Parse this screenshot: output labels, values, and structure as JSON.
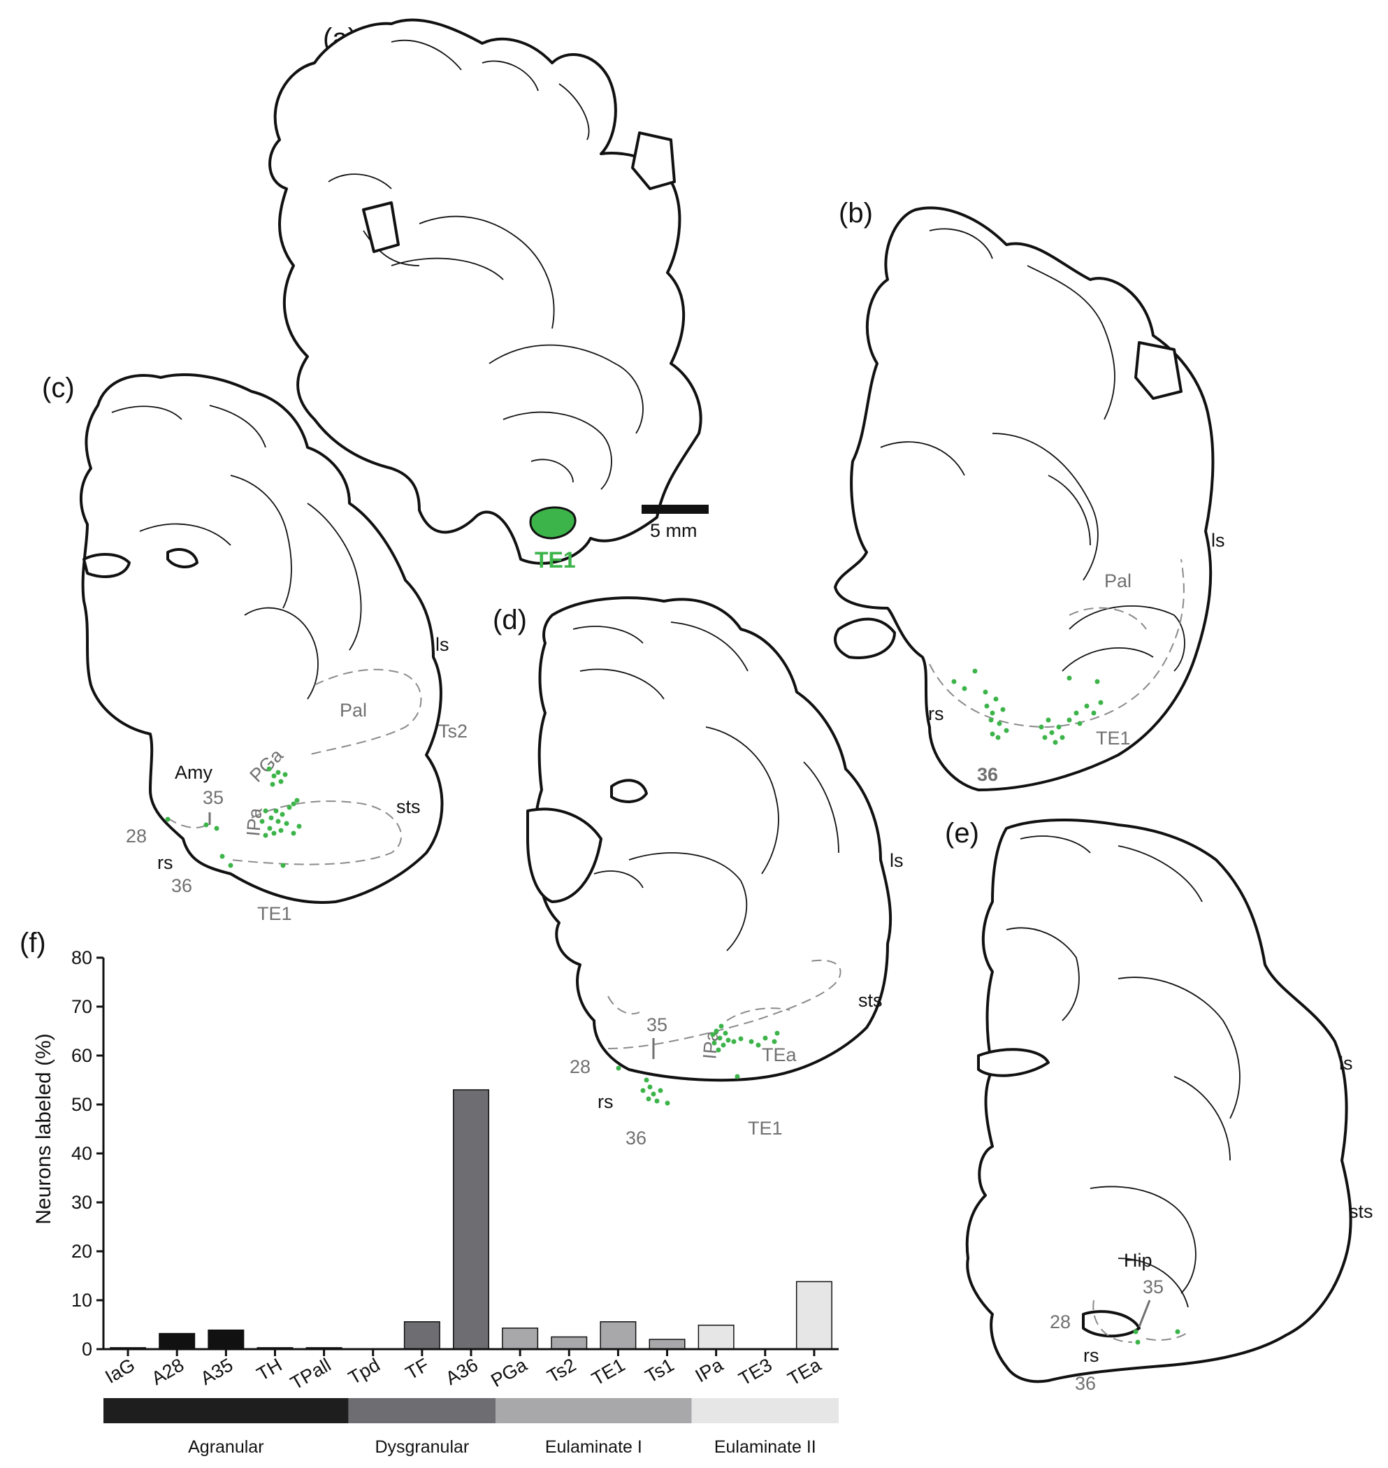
{
  "panels": {
    "a": {
      "label": "(a)",
      "injection_label": "TE1",
      "scale_bar_label": "5 mm"
    },
    "b": {
      "label": "(b)",
      "sulci": [
        "ls",
        "rs"
      ],
      "regions": [
        "Pal",
        "TE1",
        "36"
      ]
    },
    "c": {
      "label": "(c)",
      "sulci": [
        "ls",
        "sts",
        "rs"
      ],
      "regions": [
        "Pal",
        "Ts2",
        "Amy",
        "PGa",
        "35",
        "IPa",
        "28",
        "36",
        "TE1"
      ]
    },
    "d": {
      "label": "(d)",
      "sulci": [
        "ls",
        "sts",
        "rs"
      ],
      "regions": [
        "35",
        "IPa",
        "TEa",
        "28",
        "36",
        "TE1"
      ]
    },
    "e": {
      "label": "(e)",
      "sulci": [
        "ls",
        "sts",
        "rs"
      ],
      "regions": [
        "Hip",
        "35",
        "28",
        "36"
      ]
    },
    "f": {
      "label": "(f)"
    }
  },
  "chart_data": {
    "type": "bar",
    "title": "",
    "xlabel": "",
    "ylabel": "Neurons labeled (%)",
    "ylim": [
      0,
      80
    ],
    "yticks": [
      0,
      10,
      20,
      30,
      40,
      50,
      60,
      70,
      80
    ],
    "categories": [
      "IaG",
      "A28",
      "A35",
      "TH",
      "TPall",
      "Tpd",
      "TF",
      "A36",
      "PGa",
      "Ts2",
      "TE1",
      "Ts1",
      "IPa",
      "TE3",
      "TEa"
    ],
    "values": [
      0.3,
      3.2,
      3.9,
      0.3,
      0.3,
      0.0,
      5.6,
      53.0,
      4.3,
      2.5,
      5.6,
      2.0,
      4.9,
      0.0,
      13.8
    ],
    "bar_colors": [
      "#111111",
      "#111111",
      "#111111",
      "#111111",
      "#111111",
      "#6d6d72",
      "#6d6d72",
      "#6d6d72",
      "#a8a8aa",
      "#a8a8aa",
      "#a8a8aa",
      "#a8a8aa",
      "#e6e6e6",
      "#e6e6e6",
      "#e6e6e6"
    ],
    "groups": [
      {
        "name": "Agranular",
        "from": 0,
        "to": 4,
        "color": "#1e1e1e"
      },
      {
        "name": "Dysgranular",
        "from": 5,
        "to": 7,
        "color": "#6d6d72"
      },
      {
        "name": "Eulaminate I",
        "from": 8,
        "to": 11,
        "color": "#a8a8aa"
      },
      {
        "name": "Eulaminate II",
        "from": 12,
        "to": 14,
        "color": "#e6e6e6"
      }
    ],
    "legend": "none",
    "grid": false
  },
  "colors": {
    "label_green": "#3cb44a",
    "region_gray": "#707070"
  }
}
